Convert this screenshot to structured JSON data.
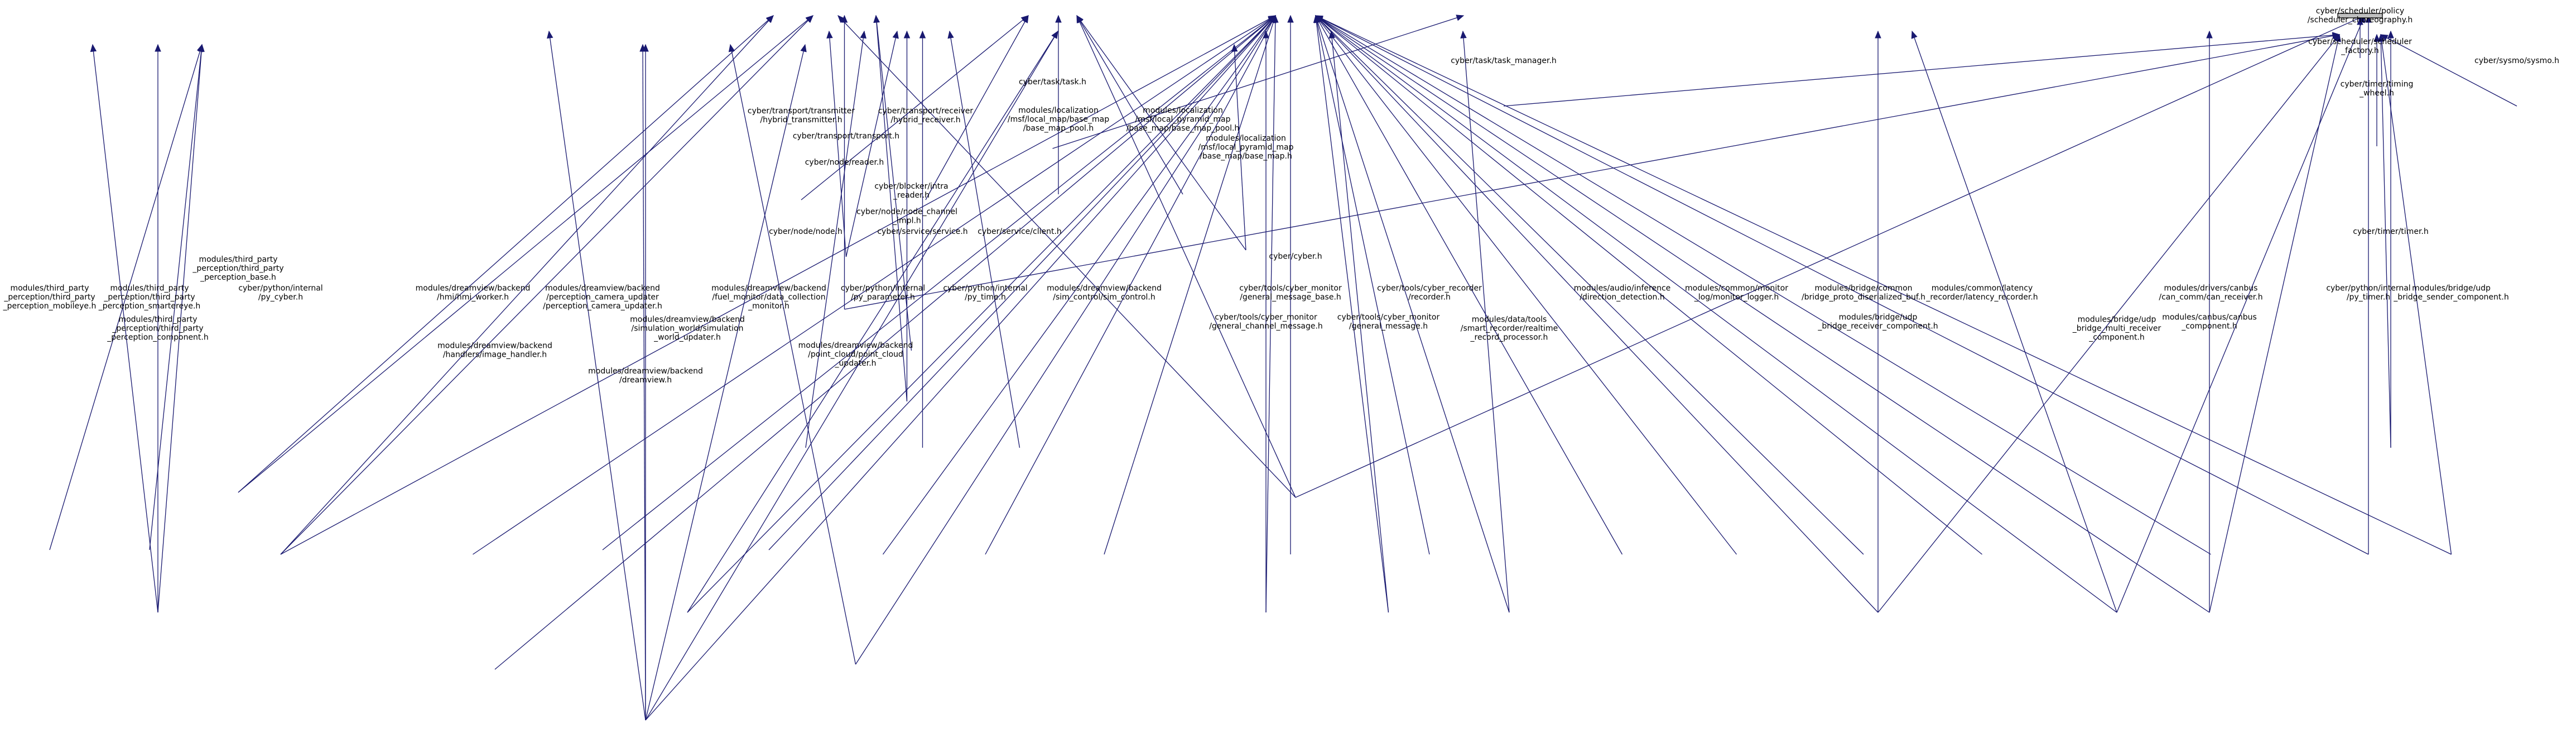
{
  "graph": {
    "type": "include-dependency-graph",
    "nodes": [
      {
        "id": "n0",
        "lines": [
          "cyber/scheduler/policy",
          "/scheduler_choreography.h"
        ],
        "root": true
      },
      {
        "id": "n1",
        "lines": [
          "cyber/scheduler/scheduler",
          "_factory.h"
        ]
      },
      {
        "id": "n2",
        "lines": [
          "cyber/task/task_manager.h"
        ]
      },
      {
        "id": "n3",
        "lines": [
          "cyber/sysmo/sysmo.h"
        ]
      },
      {
        "id": "n4",
        "lines": [
          "cyber/timer/timing",
          "_wheel.h"
        ]
      },
      {
        "id": "n5",
        "lines": [
          "cyber/task/task.h"
        ]
      },
      {
        "id": "n6",
        "lines": [
          "cyber/transport/transmitter",
          "/hybrid_transmitter.h"
        ]
      },
      {
        "id": "n7",
        "lines": [
          "cyber/transport/receiver",
          "/hybrid_receiver.h"
        ]
      },
      {
        "id": "n8",
        "lines": [
          "modules/localization",
          "/msf/local_map/base_map",
          "/base_map_pool.h"
        ],
        "red": true
      },
      {
        "id": "n9",
        "lines": [
          "modules/localization",
          "/msf/local_pyramid_map",
          "/base_map/base_map_pool.h"
        ],
        "red": true
      },
      {
        "id": "n10",
        "lines": [
          "cyber/transport/transport.h"
        ],
        "red": true
      },
      {
        "id": "n11",
        "lines": [
          "modules/localization",
          "/msf/local_pyramid_map",
          "/base_map/base_map.h"
        ],
        "red": true
      },
      {
        "id": "n12",
        "lines": [
          "cyber/node/reader.h"
        ]
      },
      {
        "id": "n13",
        "lines": [
          "cyber/blocker/intra",
          "_reader.h"
        ]
      },
      {
        "id": "n14",
        "lines": [
          "cyber/node/node_channel",
          "_impl.h"
        ]
      },
      {
        "id": "n15",
        "lines": [
          "cyber/node/node.h"
        ],
        "red": true
      },
      {
        "id": "n16",
        "lines": [
          "cyber/service/service.h"
        ],
        "red": true
      },
      {
        "id": "n17",
        "lines": [
          "cyber/service/client.h"
        ],
        "red": true
      },
      {
        "id": "n18",
        "lines": [
          "cyber/timer/timer.h"
        ]
      },
      {
        "id": "n19",
        "lines": [
          "modules/third_party",
          "_perception/third_party",
          "_perception_base.h"
        ]
      },
      {
        "id": "n20",
        "lines": [
          "cyber/cyber.h"
        ],
        "red": true
      },
      {
        "id": "n21",
        "lines": [
          "modules/third_party",
          "_perception/third_party",
          "_perception_mobileye.h"
        ]
      },
      {
        "id": "n22",
        "lines": [
          "modules/third_party",
          "_perception/third_party",
          "_perception_smartereye.h"
        ]
      },
      {
        "id": "n23",
        "lines": [
          "modules/third_party",
          "_perception/third_party",
          "_perception_component.h"
        ]
      },
      {
        "id": "n24",
        "lines": [
          "cyber/python/internal",
          "/py_cyber.h"
        ]
      },
      {
        "id": "n25",
        "lines": [
          "modules/dreamview/backend",
          "/hmi/hmi_worker.h"
        ],
        "red": true
      },
      {
        "id": "n26",
        "lines": [
          "modules/dreamview/backend",
          "/perception_camera_updater",
          "/perception_camera_updater.h"
        ]
      },
      {
        "id": "n27",
        "lines": [
          "modules/dreamview/backend",
          "/fuel_monitor/data_collection",
          "_monitor.h"
        ]
      },
      {
        "id": "n28",
        "lines": [
          "cyber/python/internal",
          "/py_parameter.h"
        ]
      },
      {
        "id": "n29",
        "lines": [
          "cyber/python/internal",
          "/py_time.h"
        ]
      },
      {
        "id": "n30",
        "lines": [
          "modules/dreamview/backend",
          "/sim_control/sim_control.h"
        ]
      },
      {
        "id": "n31",
        "lines": [
          "cyber/tools/cyber_monitor",
          "/general_message_base.h"
        ]
      },
      {
        "id": "n32",
        "lines": [
          "cyber/tools/cyber_recorder",
          "/recorder.h"
        ]
      },
      {
        "id": "n33",
        "lines": [
          "modules/audio/inference",
          "/direction_detection.h"
        ],
        "red": true
      },
      {
        "id": "n34",
        "lines": [
          "modules/common/monitor",
          "_log/monitor_logger.h"
        ],
        "red": true
      },
      {
        "id": "n35",
        "lines": [
          "modules/bridge/common",
          "/bridge_proto_diserialized_buf.h"
        ],
        "red": true
      },
      {
        "id": "n36",
        "lines": [
          "modules/common/latency",
          "_recorder/latency_recorder.h"
        ]
      },
      {
        "id": "n37",
        "lines": [
          "modules/drivers/canbus",
          "/can_comm/can_receiver.h"
        ],
        "red": true
      },
      {
        "id": "n38",
        "lines": [
          "cyber/python/internal",
          "/py_timer.h"
        ]
      },
      {
        "id": "n39",
        "lines": [
          "modules/bridge/udp",
          "_bridge_sender_component.h"
        ]
      },
      {
        "id": "n40",
        "lines": [
          "modules/dreamview/backend",
          "/simulation_world/simulation",
          "_world_updater.h"
        ]
      },
      {
        "id": "n41",
        "lines": [
          "cyber/tools/cyber_monitor",
          "/general_channel_message.h"
        ]
      },
      {
        "id": "n42",
        "lines": [
          "cyber/tools/cyber_monitor",
          "/general_message.h"
        ]
      },
      {
        "id": "n43",
        "lines": [
          "modules/data/tools",
          "/smart_recorder/realtime",
          "_record_processor.h"
        ]
      },
      {
        "id": "n44",
        "lines": [
          "modules/bridge/udp",
          "_bridge_receiver_component.h"
        ]
      },
      {
        "id": "n45",
        "lines": [
          "modules/bridge/udp",
          "_bridge_multi_receiver",
          "_component.h"
        ]
      },
      {
        "id": "n46",
        "lines": [
          "modules/canbus/canbus",
          "_component.h"
        ]
      },
      {
        "id": "n47",
        "lines": [
          "modules/dreamview/backend",
          "/handlers/image_handler.h"
        ]
      },
      {
        "id": "n48",
        "lines": [
          "modules/dreamview/backend",
          "/point_cloud/point_cloud",
          "_updater.h"
        ]
      },
      {
        "id": "n49",
        "lines": [
          "modules/dreamview/backend",
          "/dreamview.h"
        ]
      }
    ],
    "edges": [
      [
        "n1",
        "n0"
      ],
      [
        "n2",
        "n1"
      ],
      [
        "n3",
        "n1"
      ],
      [
        "n4",
        "n1"
      ],
      [
        "n12",
        "n1"
      ],
      [
        "n18",
        "n1"
      ],
      [
        "n44",
        "n1"
      ],
      [
        "n46",
        "n1"
      ],
      [
        "n39",
        "n1"
      ],
      [
        "n5",
        "n2"
      ],
      [
        "n6",
        "n5"
      ],
      [
        "n7",
        "n5"
      ],
      [
        "n8",
        "n5"
      ],
      [
        "n9",
        "n5"
      ],
      [
        "n11",
        "n5"
      ],
      [
        "n20",
        "n5"
      ],
      [
        "n10",
        "n6"
      ],
      [
        "n10",
        "n7"
      ],
      [
        "n11",
        "n9"
      ],
      [
        "n12",
        "n10"
      ],
      [
        "n13",
        "n12"
      ],
      [
        "n14",
        "n12"
      ],
      [
        "n19",
        "n12"
      ],
      [
        "n24",
        "n12"
      ],
      [
        "n14",
        "n13"
      ],
      [
        "n15",
        "n14"
      ],
      [
        "n16",
        "n14"
      ],
      [
        "n17",
        "n14"
      ],
      [
        "n20",
        "n15"
      ],
      [
        "n19",
        "n15"
      ],
      [
        "n24",
        "n15"
      ],
      [
        "n18",
        "n4"
      ],
      [
        "n20",
        "n18"
      ],
      [
        "n38",
        "n18"
      ],
      [
        "n45",
        "n18"
      ],
      [
        "n21",
        "n19"
      ],
      [
        "n22",
        "n19"
      ],
      [
        "n23",
        "n19"
      ],
      [
        "n23",
        "n21"
      ],
      [
        "n23",
        "n22"
      ],
      [
        "n24",
        "n20"
      ],
      [
        "n25",
        "n20"
      ],
      [
        "n26",
        "n20"
      ],
      [
        "n27",
        "n20"
      ],
      [
        "n28",
        "n20"
      ],
      [
        "n29",
        "n20"
      ],
      [
        "n30",
        "n20"
      ],
      [
        "n31",
        "n20"
      ],
      [
        "n32",
        "n20"
      ],
      [
        "n33",
        "n20"
      ],
      [
        "n34",
        "n20"
      ],
      [
        "n35",
        "n20"
      ],
      [
        "n36",
        "n20"
      ],
      [
        "n37",
        "n20"
      ],
      [
        "n38",
        "n20"
      ],
      [
        "n39",
        "n20"
      ],
      [
        "n40",
        "n20"
      ],
      [
        "n41",
        "n20"
      ],
      [
        "n42",
        "n20"
      ],
      [
        "n43",
        "n20"
      ],
      [
        "n44",
        "n20"
      ],
      [
        "n45",
        "n20"
      ],
      [
        "n46",
        "n20"
      ],
      [
        "n47",
        "n20"
      ],
      [
        "n48",
        "n20"
      ],
      [
        "n49",
        "n20"
      ],
      [
        "n40",
        "n30"
      ],
      [
        "n49",
        "n30"
      ],
      [
        "n41",
        "n31"
      ],
      [
        "n42",
        "n31"
      ],
      [
        "n43",
        "n32"
      ],
      [
        "n44",
        "n35"
      ],
      [
        "n45",
        "n35"
      ],
      [
        "n46",
        "n37"
      ],
      [
        "n49",
        "n26"
      ],
      [
        "n49",
        "n40"
      ],
      [
        "n48",
        "n40"
      ],
      [
        "n49",
        "n47"
      ],
      [
        "n49",
        "n48"
      ]
    ]
  }
}
